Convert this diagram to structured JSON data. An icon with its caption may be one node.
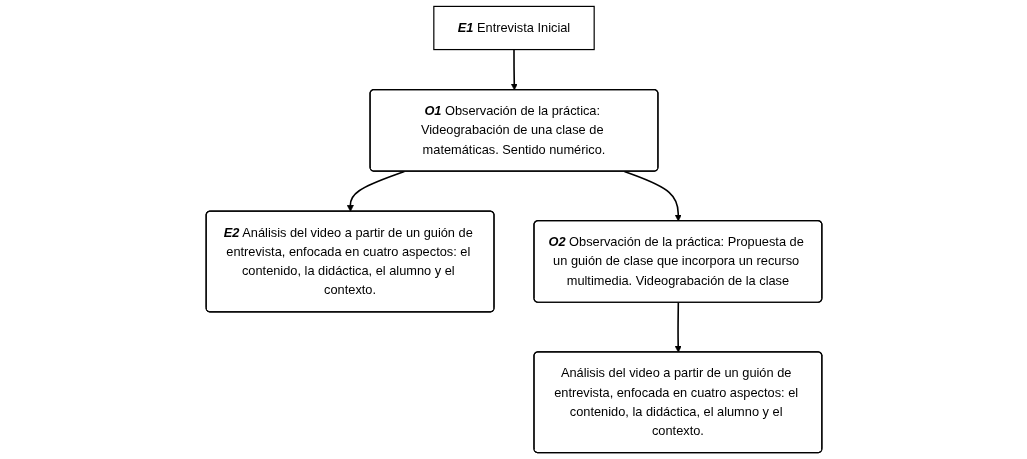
{
  "diagram": {
    "nodes": [
      {
        "text": [
          "E1",
          "Entrevista Inicial"
        ]
      },
      {
        "text": [
          "O1",
          "Observación de la práctica: Videograbación de una clase de matemáticas. Sentido numérico."
        ]
      },
      {
        "text": [
          "E2",
          "Análisis del video a partir de un guión de entrevista, enfocada en cuatro aspectos: el contenido, la didáctica, el alumno y el contexto."
        ]
      },
      {
        "text": [
          "O2",
          "Observación de la práctica: Propuesta de un guión de clase que incorpora un recurso multimedia. Videograbación de la clase"
        ]
      },
      {
        "text": [
          "Análisis del video a partir de un guión de entrevista, enfocada en cuatro aspectos: el contenido, la didáctica, el alumno y el contexto."
        ]
      }
    ],
    "edges": [
      {
        "from": 0,
        "to": 1,
        "arrow": "to"
      },
      {
        "from": 1,
        "to": 2,
        "arrow": "to"
      },
      {
        "from": 1,
        "to": 3,
        "arrow": "to"
      },
      {
        "from": 3,
        "to": 4,
        "arrow": "to"
      }
    ]
  }
}
